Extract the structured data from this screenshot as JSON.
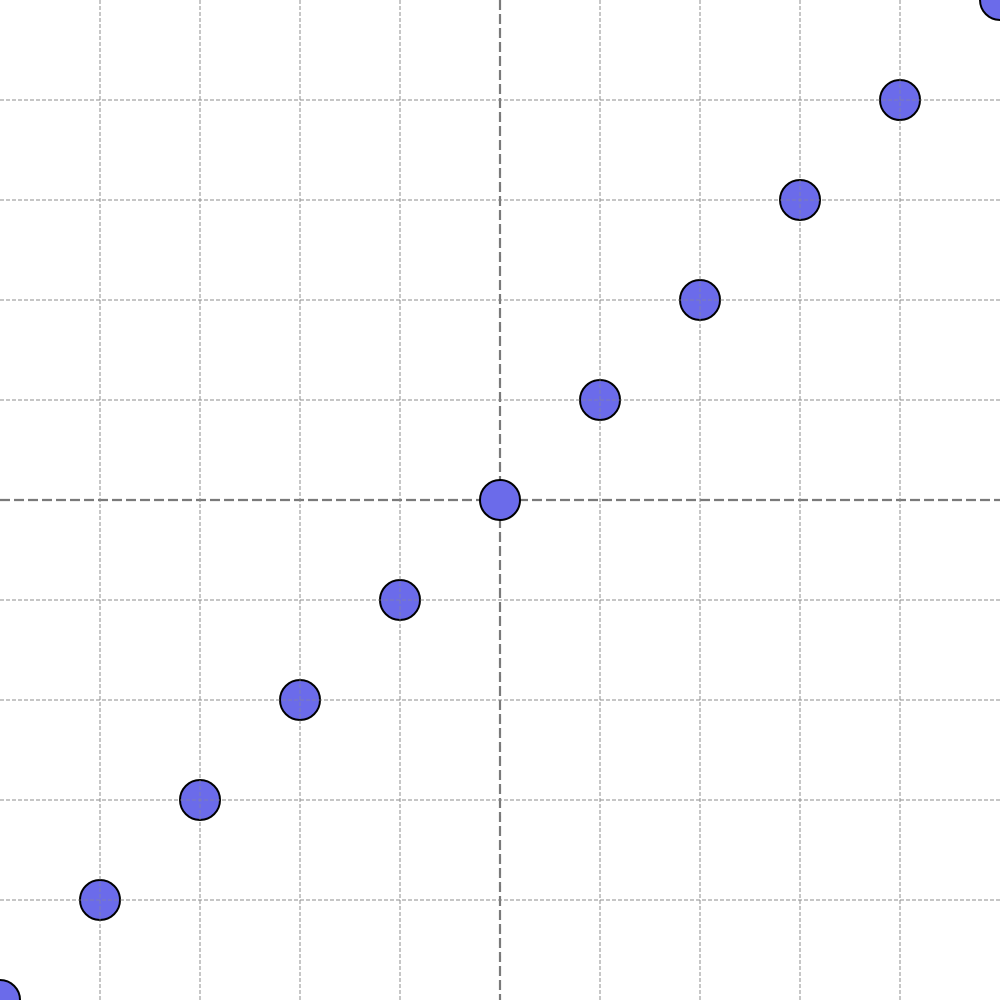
{
  "chart_data": {
    "type": "scatter",
    "title": "",
    "xlabel": "",
    "ylabel": "",
    "xlim": [
      -5,
      5
    ],
    "ylim": [
      -5,
      5
    ],
    "grid": true,
    "grid_step": 1,
    "axis_lines_at_zero": true,
    "series": [
      {
        "x": [
          -5,
          -4,
          -3,
          -2,
          -1,
          0,
          1,
          2,
          3,
          4,
          5
        ],
        "y": [
          -5,
          -4,
          -3,
          -2,
          -1,
          0,
          1,
          2,
          3,
          4,
          5
        ]
      }
    ],
    "marker_color": "#6b6bea",
    "marker_edge_color": "#000000"
  }
}
